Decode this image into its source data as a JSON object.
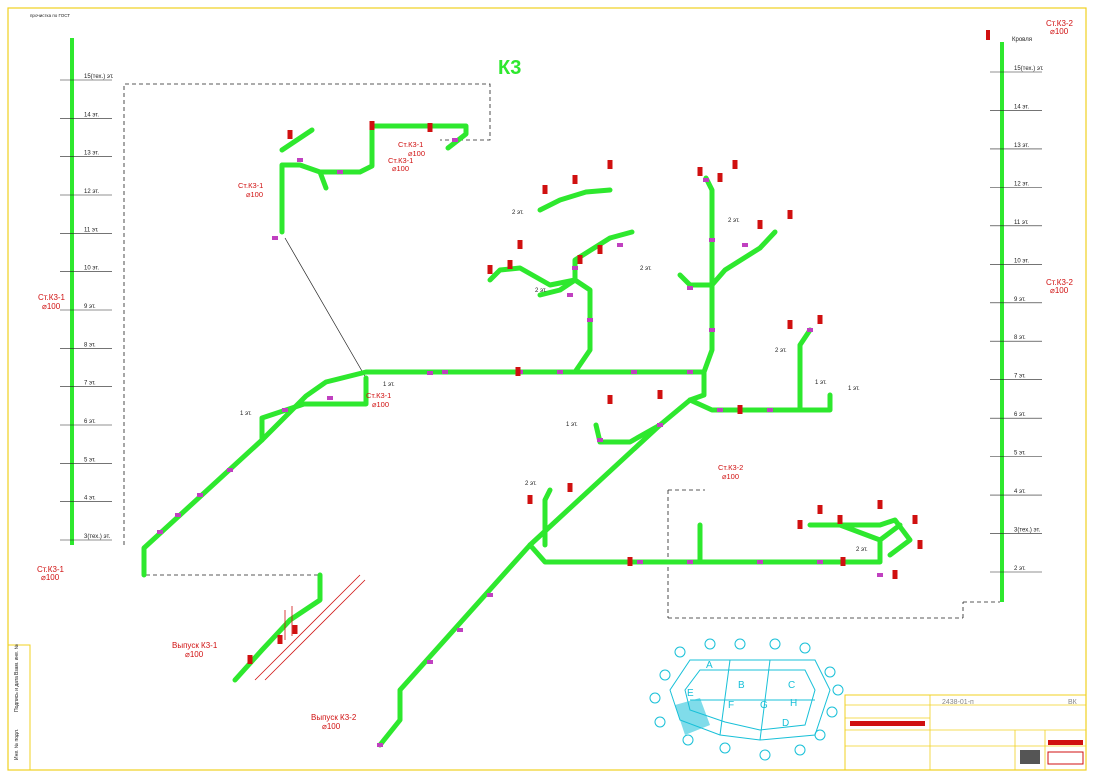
{
  "title": "К3",
  "risers": {
    "left": {
      "top_label": "Ст.К3-1",
      "top_dia": "⌀100",
      "mid_label": "Ст.К3-1",
      "mid_dia": "⌀100",
      "bottom_label": "Ст.К3-1",
      "bottom_dia": "⌀100",
      "floors": [
        "15(тех.) эт.",
        "14 эт.",
        "13 эт.",
        "12 эт.",
        "11 эт.",
        "10 эт.",
        "9 эт.",
        "8 эт.",
        "7 эт.",
        "6 эт.",
        "5 эт.",
        "4 эт.",
        "3(тех.) эт."
      ]
    },
    "right": {
      "top_label": "Ст.К3-2",
      "top_dia": "⌀100",
      "roof_label": "Кровля",
      "mid_label": "Ст.К3-2",
      "mid_dia": "⌀100",
      "floors": [
        "15(тех.) эт.",
        "14 эт.",
        "13 эт.",
        "12 эт.",
        "11 эт.",
        "10 эт.",
        "9 эт.",
        "8 эт.",
        "7 эт.",
        "6 эт.",
        "5 эт.",
        "4 эт.",
        "3(тех.) эт.",
        "2 эт."
      ]
    }
  },
  "labels": {
    "stk1_a": "Ст.К3-1",
    "stk1_a_dia": "⌀100",
    "stk1_b": "Ст.К3-1",
    "stk1_b_dia": "⌀100",
    "stk1_c": "Ст.К3-1",
    "stk1_c_dia": "⌀100",
    "stk2_a": "Ст.К3-2",
    "stk2_a_dia": "⌀100",
    "vypusk1": "Выпуск К3-1",
    "vypusk1_dia": "⌀100",
    "vypusk2": "Выпуск К3-2",
    "vypusk2_dia": "⌀100",
    "floor_1": "1 эт.",
    "floor_2": "2 эт."
  },
  "key_plan": {
    "sections": [
      "A",
      "B",
      "C",
      "D",
      "E",
      "F",
      "G",
      "H"
    ]
  },
  "title_block": {
    "code": "2438-01-п",
    "sheet_mark": "ВК"
  },
  "colors": {
    "pipe": "#2ee82e",
    "label": "#d01010",
    "frame": "#f0d020",
    "key_plan": "#18c0d8"
  }
}
